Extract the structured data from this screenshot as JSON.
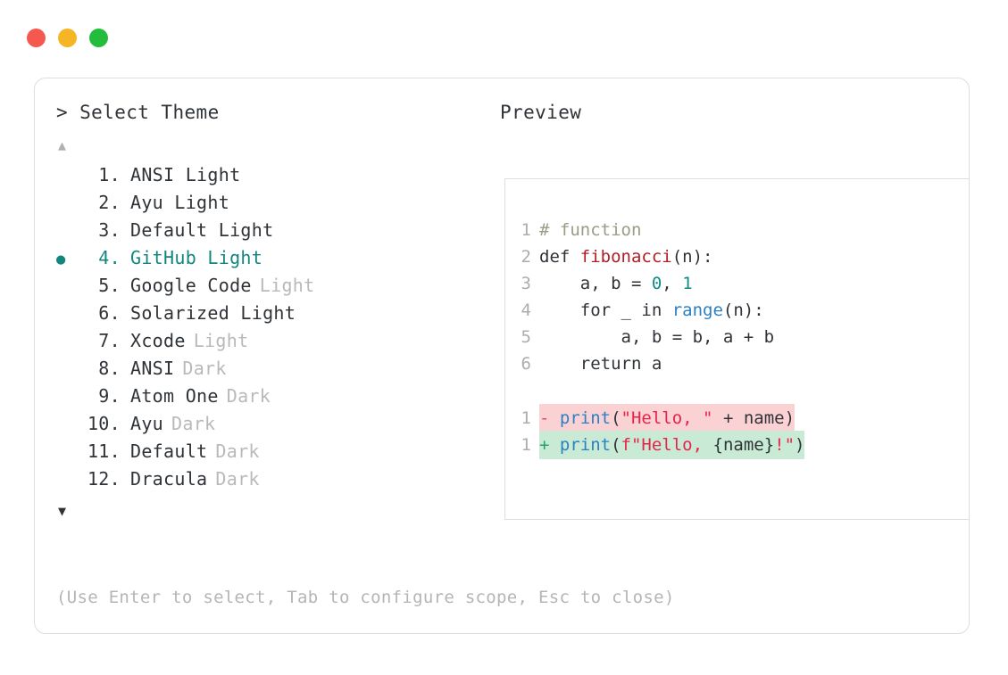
{
  "window": {
    "traffic_lights": [
      {
        "name": "close",
        "color": "#f4584f"
      },
      {
        "name": "minimize",
        "color": "#f5b525"
      },
      {
        "name": "maximize",
        "color": "#22bd3d"
      }
    ]
  },
  "header": {
    "prompt_symbol": "> ",
    "title": "Select Theme",
    "preview_label": "Preview"
  },
  "list": {
    "scroll_up_icon": "▲",
    "scroll_down_icon": "▼",
    "selected_bullet": "●",
    "selected_index": 4,
    "items": [
      {
        "index": " 1.",
        "name": "ANSI Light",
        "tag": "",
        "selected": false
      },
      {
        "index": " 2.",
        "name": "Ayu Light",
        "tag": "",
        "selected": false
      },
      {
        "index": " 3.",
        "name": "Default Light",
        "tag": "",
        "selected": false
      },
      {
        "index": " 4.",
        "name": "GitHub Light",
        "tag": "",
        "selected": true
      },
      {
        "index": " 5.",
        "name": "Google Code",
        "tag": "Light",
        "selected": false
      },
      {
        "index": " 6.",
        "name": "Solarized Light",
        "tag": "",
        "selected": false
      },
      {
        "index": " 7.",
        "name": "Xcode",
        "tag": "Light",
        "selected": false
      },
      {
        "index": " 8.",
        "name": "ANSI",
        "tag": "Dark",
        "selected": false
      },
      {
        "index": " 9.",
        "name": "Atom One",
        "tag": "Dark",
        "selected": false
      },
      {
        "index": "10.",
        "name": "Ayu",
        "tag": "Dark",
        "selected": false
      },
      {
        "index": "11.",
        "name": "Default",
        "tag": "Dark",
        "selected": false
      },
      {
        "index": "12.",
        "name": "Dracula",
        "tag": "Dark",
        "selected": false
      }
    ]
  },
  "footer": {
    "hint": "(Use Enter to select, Tab to configure scope, Esc to close)"
  },
  "preview": {
    "lines": [
      {
        "no": "1",
        "tokens": [
          {
            "t": "# function",
            "c": "comment"
          }
        ]
      },
      {
        "no": "2",
        "tokens": [
          {
            "t": "def ",
            "c": "kw"
          },
          {
            "t": "fibonacci",
            "c": "fn"
          },
          {
            "t": "(n):",
            "c": "plain"
          }
        ]
      },
      {
        "no": "3",
        "tokens": [
          {
            "t": "    a, b = ",
            "c": "plain"
          },
          {
            "t": "0",
            "c": "num"
          },
          {
            "t": ", ",
            "c": "plain"
          },
          {
            "t": "1",
            "c": "num"
          }
        ]
      },
      {
        "no": "4",
        "tokens": [
          {
            "t": "    for _ in ",
            "c": "plain"
          },
          {
            "t": "range",
            "c": "builtin"
          },
          {
            "t": "(n):",
            "c": "plain"
          }
        ]
      },
      {
        "no": "5",
        "tokens": [
          {
            "t": "        a, b = b, a + b",
            "c": "plain"
          }
        ]
      },
      {
        "no": "6",
        "tokens": [
          {
            "t": "    return a",
            "c": "plain"
          }
        ]
      }
    ],
    "diff": [
      {
        "no": "1",
        "kind": "del",
        "marker": "-",
        "tokens": [
          {
            "t": "print",
            "c": "fnblue"
          },
          {
            "t": "(",
            "c": "plain"
          },
          {
            "t": "\"Hello, \"",
            "c": "str"
          },
          {
            "t": " + name)",
            "c": "plain"
          }
        ]
      },
      {
        "no": "1",
        "kind": "add",
        "marker": "+",
        "tokens": [
          {
            "t": "print",
            "c": "fnblue"
          },
          {
            "t": "(",
            "c": "plain"
          },
          {
            "t": "f\"Hello, ",
            "c": "str"
          },
          {
            "t": "{name}",
            "c": "plain"
          },
          {
            "t": "!\"",
            "c": "str"
          },
          {
            "t": ")",
            "c": "plain"
          }
        ]
      }
    ]
  },
  "colors": {
    "accent_teal": "#12857f",
    "diff_del_bg": "#fbd2d4",
    "diff_add_bg": "#c9ebd6",
    "border": "#dedede",
    "muted_text": "#b9b9b9"
  }
}
